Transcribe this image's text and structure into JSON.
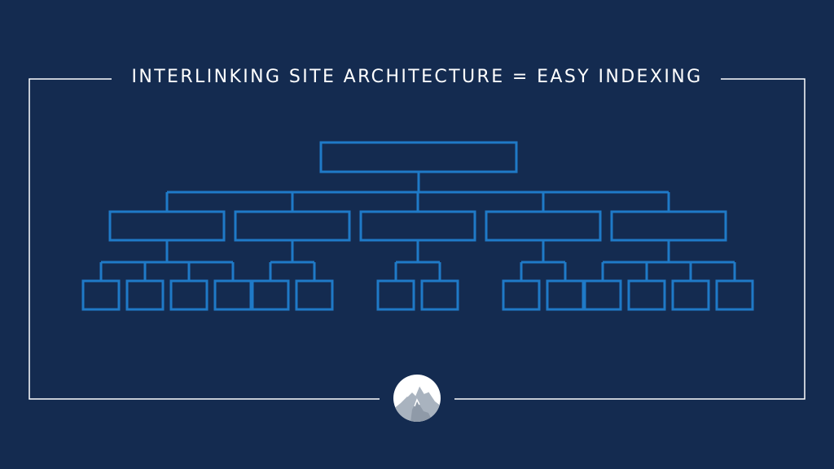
{
  "title": "INTERLINKING SITE ARCHITECTURE = EASY INDEXING",
  "colors": {
    "background": "#142b50",
    "frame": "#ffffff",
    "node_stroke": "#1f7ac7",
    "logo_bg": "#ffffff",
    "logo_mountain": "#a9b3bf"
  },
  "logo": {
    "icon": "mountain-logo-icon"
  },
  "tree": {
    "root": {
      "children": [
        {
          "children": 4
        },
        {
          "children": 2
        },
        {
          "children": 2
        },
        {
          "children": 2
        },
        {
          "children": 4
        }
      ]
    }
  }
}
